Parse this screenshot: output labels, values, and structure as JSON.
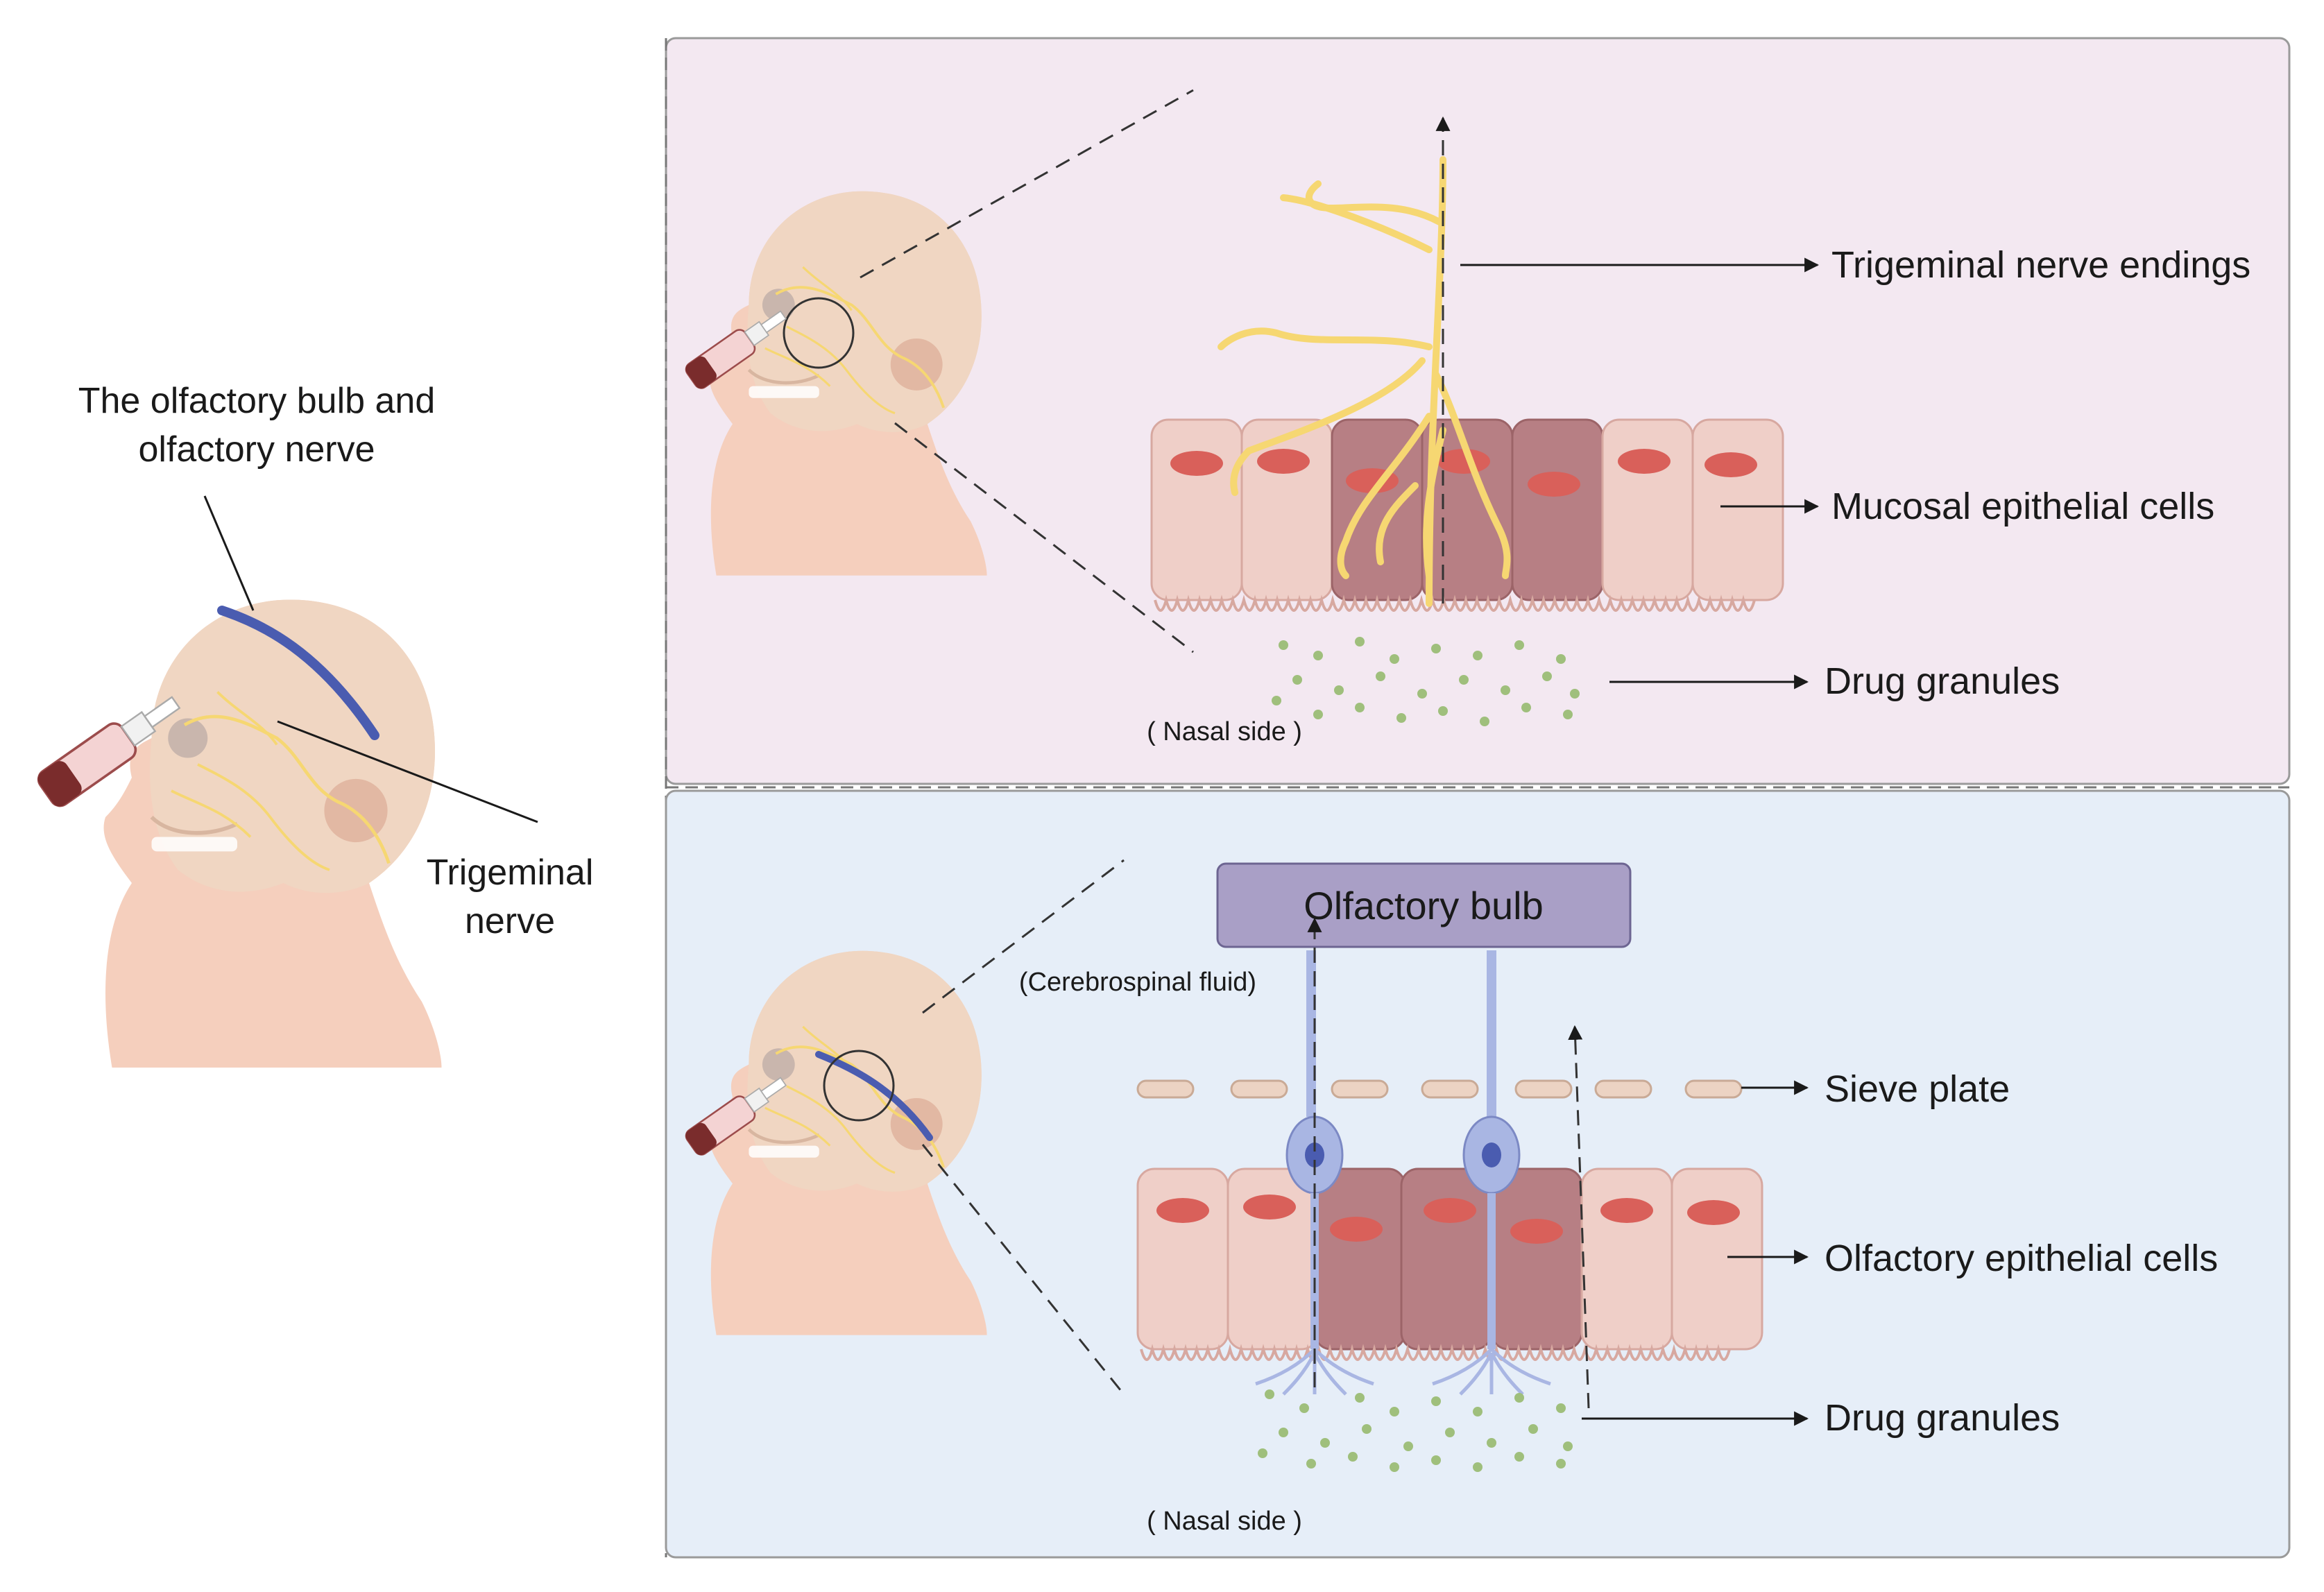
{
  "colors": {
    "top_panel_bg": "#f3e8f1",
    "bottom_panel_bg": "#e6eef8",
    "panel_border": "#9a9a9a",
    "skin": "#f5cfbd",
    "skull": "#efd6c2",
    "nerve_yellow": "#f6d772",
    "olfactory_blue": "#4a5cb0",
    "cell_light": "#efcfc8",
    "cell_dark": "#b77f84",
    "nucleus": "#d9605a",
    "granule": "#9fbf7c",
    "bulb_box": "#a99fc6",
    "neuron_blue": "#a9b6e3"
  },
  "left": {
    "olfactory_label_line1": "The olfactory bulb and",
    "olfactory_label_line2": "olfactory nerve",
    "trigeminal_label_line1": "Trigeminal",
    "trigeminal_label_line2": "nerve"
  },
  "top_panel": {
    "trigeminal_endings": "Trigeminal nerve endings",
    "mucosal_cells": "Mucosal epithelial cells",
    "drug_granules": "Drug granules",
    "nasal_side": "( Nasal side )"
  },
  "bottom_panel": {
    "olfactory_bulb": "Olfactory bulb",
    "csf": "(Cerebrospinal fluid)",
    "sieve_plate": "Sieve plate",
    "olfactory_cells": "Olfactory epithelial cells",
    "drug_granules": "Drug granules",
    "nasal_side": "( Nasal side )"
  }
}
